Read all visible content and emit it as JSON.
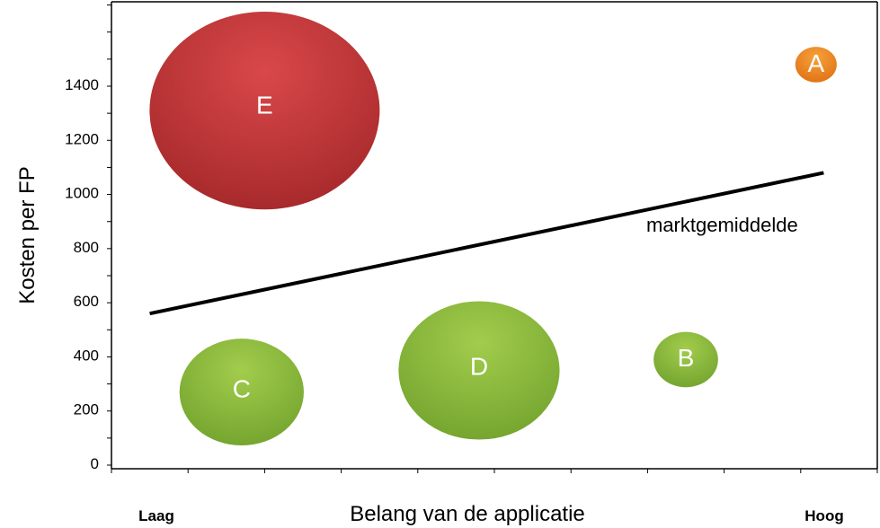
{
  "chart_data": {
    "type": "scatter",
    "subtype": "bubble",
    "title": "",
    "xlabel": "Belang van de applicatie",
    "ylabel": "Kosten per FP",
    "x_start_label": "Laag",
    "x_end_label": "Hoog",
    "ylim": [
      0,
      1700
    ],
    "yticks": [
      0,
      200,
      400,
      600,
      800,
      1000,
      1200,
      1400
    ],
    "xlim": [
      0,
      10
    ],
    "grid": false,
    "bubbles": [
      {
        "label": "E",
        "x": 2.0,
        "y": 1310,
        "size": 1.0,
        "color": "#c0393a"
      },
      {
        "label": "A",
        "x": 9.2,
        "y": 1480,
        "size": 0.18,
        "color": "#ee8420"
      },
      {
        "label": "C",
        "x": 1.7,
        "y": 270,
        "size": 0.54,
        "color": "#8ab93c"
      },
      {
        "label": "D",
        "x": 4.8,
        "y": 350,
        "size": 0.7,
        "color": "#8ab93c"
      },
      {
        "label": "B",
        "x": 7.5,
        "y": 390,
        "size": 0.28,
        "color": "#8ab93c"
      }
    ],
    "trend_line": {
      "label": "marktgemiddelde",
      "start": {
        "x": 0.5,
        "y": 560
      },
      "end": {
        "x": 9.3,
        "y": 1080
      }
    }
  }
}
